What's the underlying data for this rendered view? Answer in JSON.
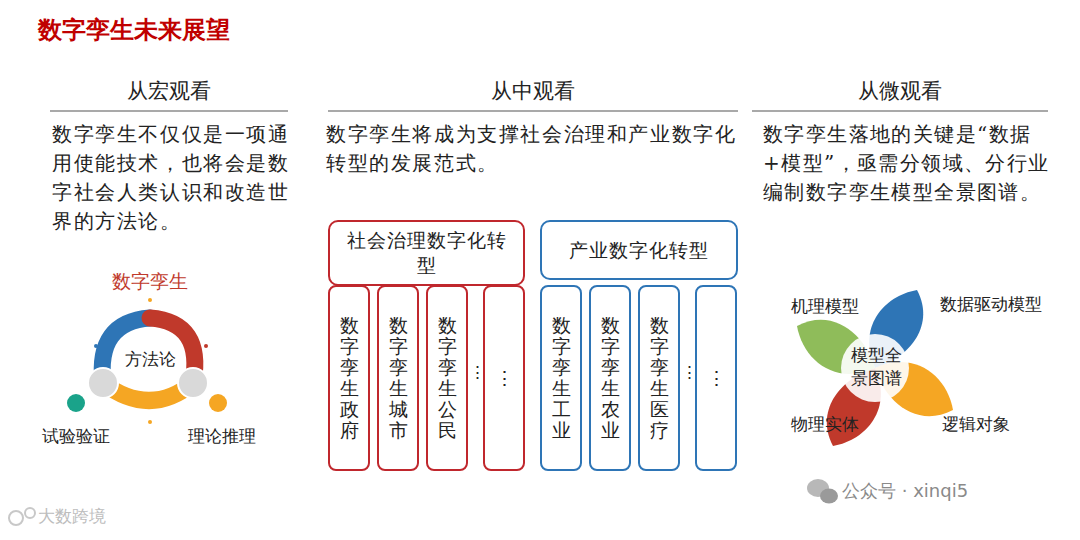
{
  "diagram": {
    "title": "数字孪生未来展望",
    "nodes": [
      {
        "text": [
          "社会治理数字化转型"
        ]
      },
      {
        "text": [
          "数字孪生政府"
        ]
      },
      {
        "text": [
          "数字孪生城市"
        ]
      },
      {
        "text": [
          "数字孪生公民"
        ]
      },
      {
        "text": [
          "⋮"
        ]
      },
      {
        "text": [
          "产业数字化转型"
        ]
      },
      {
        "text": [
          "数字孪生工业"
        ]
      },
      {
        "text": [
          "数字孪生农业"
        ]
      },
      {
        "text": [
          "数字孪生医疗"
        ]
      },
      {
        "text": [
          "⋮"
        ]
      }
    ],
    "labels": [
      "从宏观看",
      "数字孪生不仅仅是一项通用使能技术，也将会是数字社会人类认识和改造世界的方法论。",
      "数字孪生",
      "方法论",
      "试验验证",
      "理论推理",
      "从中观看",
      "数字孪生将成为支撑社会治理和产业数字化转型的发展范式。",
      "⋮",
      "⋮",
      "从微观看",
      "数字孪生落地的关键是“数据+模型”，亟需分领域、分行业编制数字孪生模型全景图谱。",
      "机理模型",
      "数据驱动模型",
      "模型全景图谱",
      "物理实体",
      "逻辑对象",
      "大数跨境",
      "公众号 · xinqi5"
    ]
  }
}
